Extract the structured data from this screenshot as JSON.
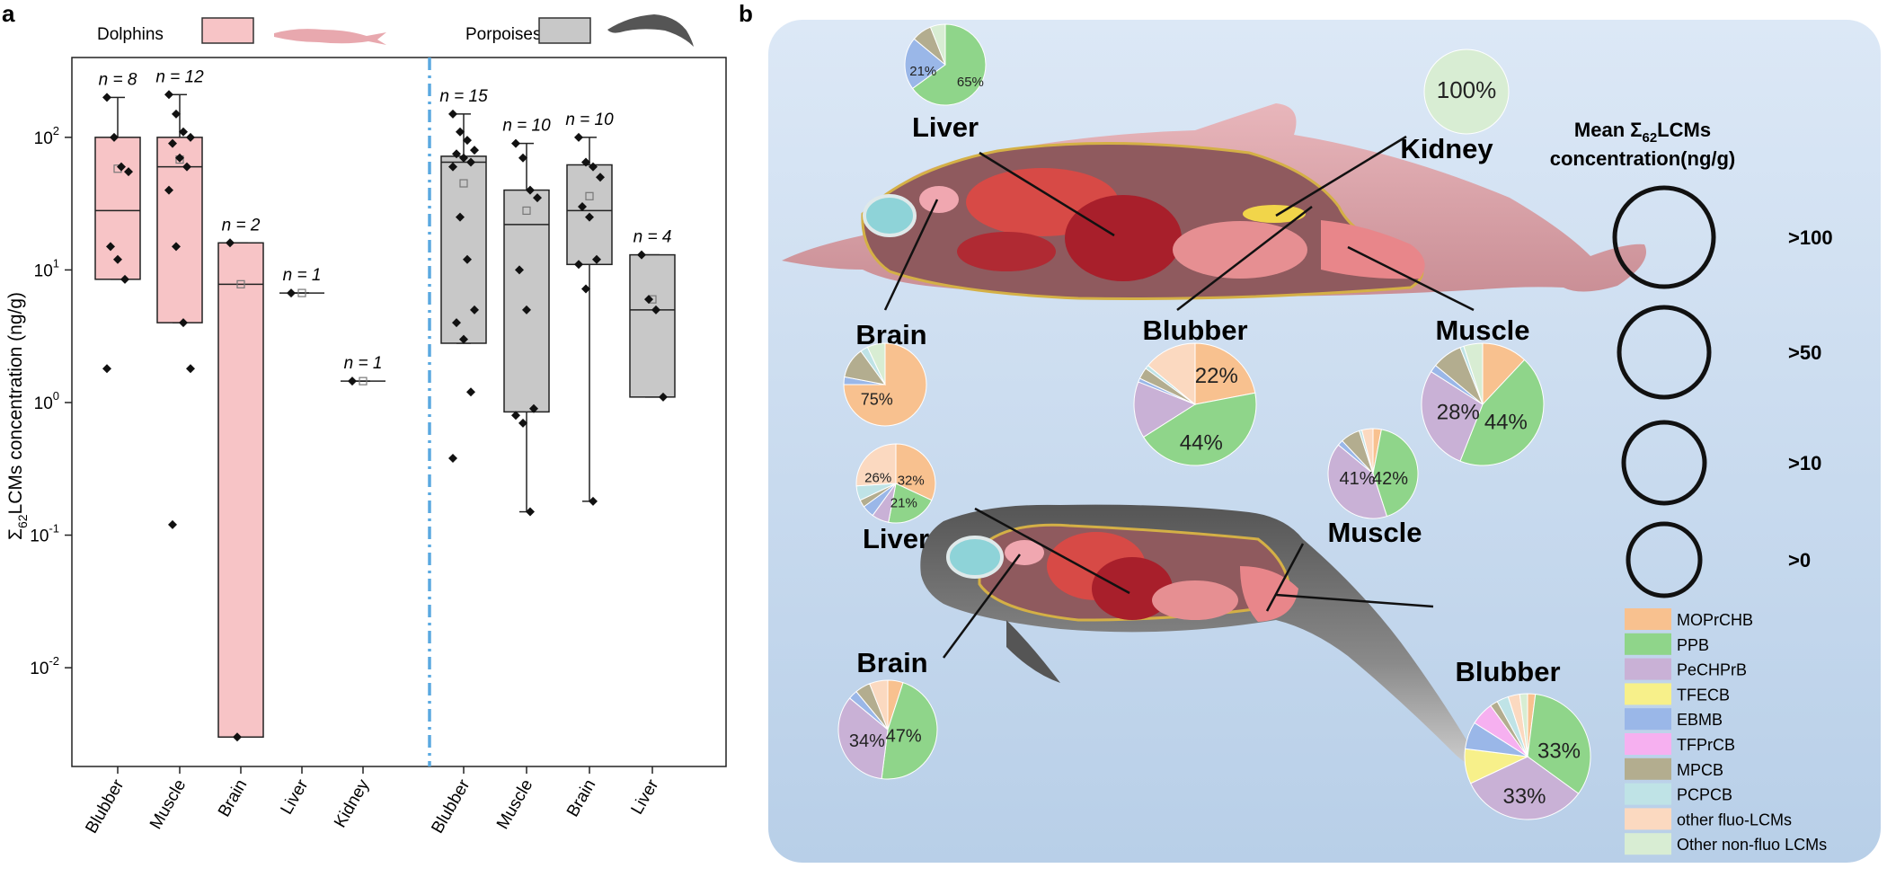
{
  "colors": {
    "dolphin_box": "#f7c4c6",
    "porpoise_box": "#c8c8c8",
    "divider": "#5aa9e0",
    "panel_bg_top": "#dce8f6",
    "panel_bg_bottom": "#b8cfe8",
    "dolphin_body": "#d9a3a8",
    "porpoise_body": "#707070",
    "pie_palette": [
      "#f8c18f",
      "#8fd58a",
      "#c9b1d6",
      "#f7f08a",
      "#9ab7e8",
      "#f6b0f0",
      "#b3ad8f",
      "#bfe3e6",
      "#fbd9c0",
      "#d8edd3"
    ]
  },
  "panel_a": {
    "label": "a",
    "legend": {
      "dolphins": "Dolphins",
      "porpoises": "Porpoises"
    },
    "ylabel_prefix": "Σ",
    "ylabel_sub": "62",
    "ylabel_suffix": "LCMs concentration (ng/g)",
    "yticks": [
      {
        "base": "10",
        "exp": "2",
        "value": 100
      },
      {
        "base": "10",
        "exp": "1",
        "value": 10
      },
      {
        "base": "10",
        "exp": "0",
        "value": 1
      },
      {
        "base": "10",
        "exp": "-1",
        "value": 0.1
      },
      {
        "base": "10",
        "exp": "-2",
        "value": 0.01
      }
    ]
  },
  "chart_data": [
    {
      "type": "box",
      "yscale": "log",
      "ylim": [
        0.0018,
        400
      ],
      "ylabel": "Σ62LCMs concentration (ng/g)",
      "categories": [
        "Blubber",
        "Muscle",
        "Brain",
        "Liver",
        "Kidney",
        "Blubber",
        "Muscle",
        "Brain",
        "Liver"
      ],
      "groups": [
        "Dolphins",
        "Dolphins",
        "Dolphins",
        "Dolphins",
        "Dolphins",
        "Porpoises",
        "Porpoises",
        "Porpoises",
        "Porpoises"
      ],
      "n_labels": [
        "n = 8",
        "n = 12",
        "n = 2",
        "n = 1",
        "n = 1",
        "n = 15",
        "n = 10",
        "n = 10",
        "n = 4"
      ],
      "boxes": [
        {
          "q1": 8.5,
          "median": 28,
          "q3": 100,
          "whisker_low": 8.5,
          "whisker_high": 200,
          "mean": 58
        },
        {
          "q1": 4,
          "median": 60,
          "q3": 100,
          "whisker_low": 4,
          "whisker_high": 210,
          "mean": 68
        },
        {
          "q1": 0.003,
          "median": 7.8,
          "q3": 16,
          "whisker_low": 0.003,
          "whisker_high": 16,
          "mean": 7.8
        },
        {
          "q1": 6.7,
          "median": 6.7,
          "q3": 6.7,
          "whisker_low": 6.7,
          "whisker_high": 6.7,
          "mean": 6.7
        },
        {
          "q1": 1.45,
          "median": 1.45,
          "q3": 1.45,
          "whisker_low": 1.45,
          "whisker_high": 1.45,
          "mean": 1.45
        },
        {
          "q1": 2.8,
          "median": 65,
          "q3": 72,
          "whisker_low": 2.8,
          "whisker_high": 150,
          "mean": 45
        },
        {
          "q1": 0.85,
          "median": 22,
          "q3": 40,
          "whisker_low": 0.15,
          "whisker_high": 90,
          "mean": 28
        },
        {
          "q1": 11,
          "median": 28,
          "q3": 62,
          "whisker_low": 0.18,
          "whisker_high": 100,
          "mean": 36
        },
        {
          "q1": 1.1,
          "median": 5,
          "q3": 13,
          "whisker_low": 1.1,
          "whisker_high": 13,
          "mean": 6
        }
      ],
      "points": [
        [
          200,
          100,
          60,
          55,
          15,
          12,
          8.5,
          1.8
        ],
        [
          210,
          150,
          110,
          100,
          90,
          70,
          60,
          40,
          15,
          4,
          1.8,
          0.12
        ],
        [
          16,
          0.003
        ],
        [
          6.7
        ],
        [
          1.45
        ],
        [
          150,
          110,
          95,
          80,
          75,
          70,
          65,
          60,
          25,
          12,
          5,
          4,
          3,
          1.2,
          0.38
        ],
        [
          90,
          70,
          40,
          35,
          10,
          5,
          0.9,
          0.8,
          0.7,
          0.15
        ],
        [
          100,
          65,
          60,
          50,
          30,
          25,
          12,
          11,
          7.2,
          0.18
        ],
        [
          13,
          6,
          5,
          1.1
        ]
      ]
    },
    {
      "type": "pie",
      "title": "Mean Σ62LCMs concentration(ng/g)",
      "legend": [
        "MOPrCHB",
        "PPB",
        "PeCHPrB",
        "TFECB",
        "EBMB",
        "TFPrCB",
        "MPCB",
        "PCPCB",
        "other fluo-LCMs",
        "Other non-fluo LCMs"
      ],
      "size_legend": [
        ">100",
        ">50",
        ">10",
        ">0"
      ],
      "pies": [
        {
          "group": "Dolphins",
          "organ": "Liver",
          "values": [
            0,
            65,
            0,
            0,
            21,
            0,
            8,
            0,
            0,
            6
          ],
          "labels": [
            "65%",
            "21%"
          ]
        },
        {
          "group": "Dolphins",
          "organ": "Kidney",
          "values": [
            0,
            0,
            0,
            0,
            0,
            0,
            0,
            0,
            0,
            100
          ],
          "labels": [
            "100%"
          ]
        },
        {
          "group": "Dolphins",
          "organ": "Brain",
          "values": [
            75,
            0,
            0,
            0,
            3,
            0,
            12,
            3,
            0,
            7
          ],
          "labels": [
            "75%"
          ]
        },
        {
          "group": "Dolphins",
          "organ": "Blubber",
          "values": [
            22,
            44,
            15,
            0,
            1,
            0,
            3,
            1,
            14,
            0
          ],
          "labels": [
            "22%",
            "44%"
          ]
        },
        {
          "group": "Dolphins",
          "organ": "Muscle",
          "values": [
            12,
            44,
            28,
            0,
            2,
            0,
            8,
            1,
            0,
            5
          ],
          "labels": [
            "44%",
            "28%"
          ]
        },
        {
          "group": "Porpoises",
          "organ": "Liver",
          "values": [
            32,
            21,
            7,
            0,
            5,
            0,
            3,
            6,
            26,
            0
          ],
          "labels": [
            "32%",
            "21%",
            "26%"
          ]
        },
        {
          "group": "Porpoises",
          "organ": "Muscle",
          "values": [
            3,
            42,
            41,
            0,
            2,
            0,
            7,
            1,
            4,
            0
          ],
          "labels": [
            "42%",
            "41%"
          ]
        },
        {
          "group": "Porpoises",
          "organ": "Brain",
          "values": [
            5,
            47,
            34,
            0,
            3,
            0,
            5,
            0,
            6,
            0
          ],
          "labels": [
            "47%",
            "34%"
          ]
        },
        {
          "group": "Porpoises",
          "organ": "Blubber",
          "values": [
            2,
            33,
            33,
            9,
            7,
            6,
            2,
            3,
            3,
            2
          ],
          "labels": [
            "33%",
            "33%"
          ]
        }
      ]
    }
  ],
  "panel_b": {
    "label": "b",
    "legend_title_1": "Mean Σ",
    "legend_title_sub": "62",
    "legend_title_2": "LCMs",
    "legend_title_3": "concentration(ng/g)",
    "organ_labels": {
      "d_liver": "Liver",
      "d_kidney": "Kidney",
      "d_brain": "Brain",
      "d_blubber": "Blubber",
      "d_muscle": "Muscle",
      "p_liver": "Liver",
      "p_muscle": "Muscle",
      "p_brain": "Brain",
      "p_blubber": "Blubber"
    }
  }
}
